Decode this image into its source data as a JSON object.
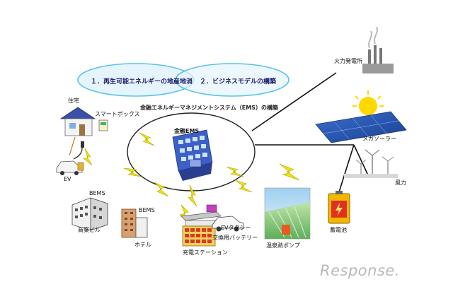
{
  "goals": {
    "left": "１．再生可能エネルギーの地産地消",
    "right": "２．ビジネスモデルの構築"
  },
  "system_title": "金融エネルギーマネジメントシステム（EMS）の構築",
  "center": {
    "label": "金融EMS"
  },
  "nodes": {
    "house": "住宅",
    "smart_box": "スマートボックス",
    "ev": "EV",
    "bems_building": "BEMS",
    "commercial_building": "商業ビル",
    "bems_hotel": "BEMS",
    "hotel": "ホテル",
    "charging_station": "充電ステーション",
    "ev_taxi": "EVタクシー",
    "swap_battery": "交換用バッテリー",
    "pump": "温泉熱ポンプ",
    "storage_battery": "蓄電池",
    "thermal_plant": "火力発電所",
    "mega_solar": "メガソーラー",
    "wind_power": "風力"
  },
  "watermark": "Response."
}
